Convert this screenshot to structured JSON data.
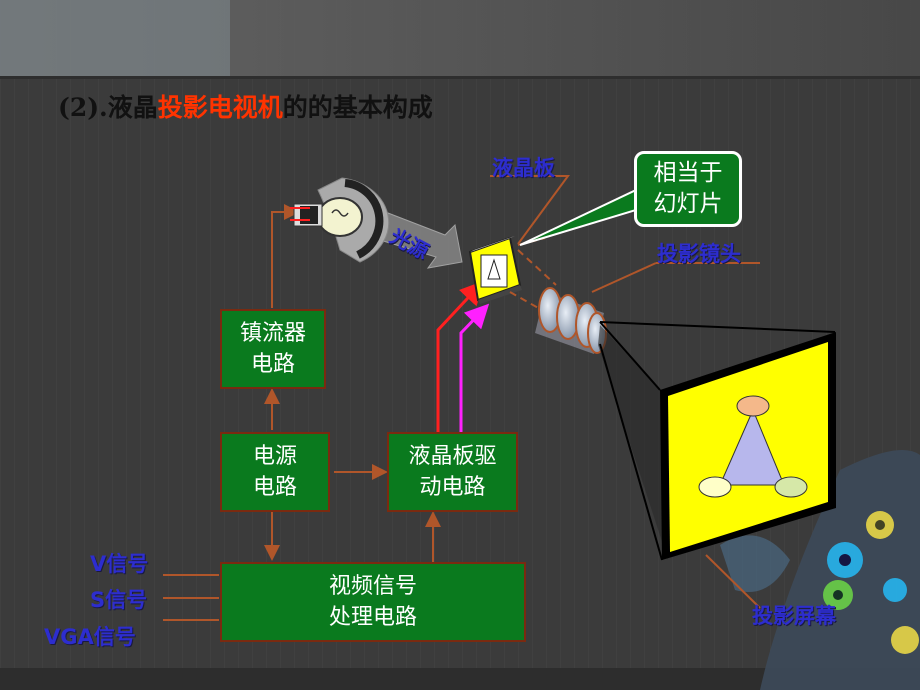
{
  "title": {
    "prefix": "(2).液晶",
    "highlight": "投影电视机",
    "suffix": "的的基本构成"
  },
  "boxes": {
    "ballast": [
      "镇流器",
      "电路"
    ],
    "power": [
      "电源",
      "电路"
    ],
    "lcd_driver": [
      "液晶板驱",
      "动电路"
    ],
    "video": [
      "视频信号",
      "处理电路"
    ]
  },
  "callout": [
    "相当于",
    "幻灯片"
  ],
  "labels": {
    "lcd_panel": "液晶板",
    "projection_lens": "投影镜头",
    "light_source": "光源",
    "projection_screen": "投影屏幕",
    "v_signal": "V信号",
    "s_signal": "S信号",
    "vga_signal": "VGA信号"
  },
  "colors": {
    "box_fill": "#0a7a1e",
    "box_border": "#7a2a10",
    "title_highlight": "#ff3300",
    "label_blue": "#2d2dcf",
    "screen_yellow": "#ffff00",
    "red_arrow": "#ff2020",
    "magenta_arrow": "#ff20ff",
    "brown_line": "#b0562a"
  },
  "icons": [
    "light-bulb-icon",
    "lcd-panel-icon",
    "lens-icon",
    "projection-screen-icon"
  ]
}
